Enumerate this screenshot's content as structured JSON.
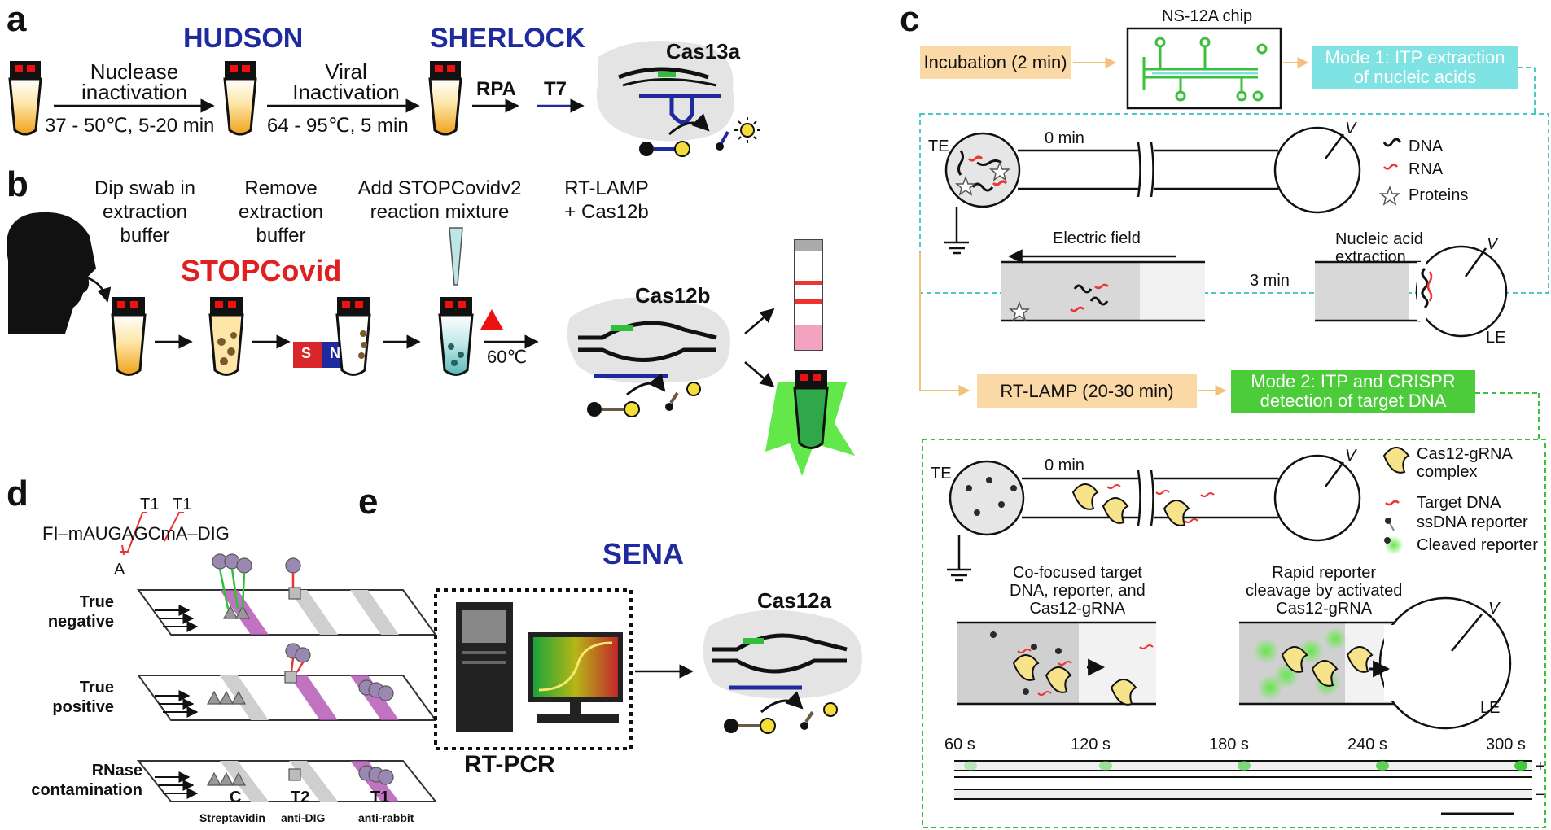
{
  "panels": {
    "a": "a",
    "b": "b",
    "c": "c",
    "d": "d",
    "e": "e"
  },
  "a": {
    "hudson": "HUDSON",
    "sherlock": "SHERLOCK",
    "step1_l1": "Nuclease",
    "step1_l2": "inactivation",
    "step1_cond": "37 - 50℃, 5-20 min",
    "step2_l1": "Viral",
    "step2_l2": "Inactivation",
    "step2_cond": "64 - 95℃, 5 min",
    "rpa": "RPA",
    "t7": "T7",
    "enzyme": "Cas13a"
  },
  "b": {
    "s1": "Dip swab in\nextraction\nbuffer",
    "s2": "Remove\nextraction\nbuffer",
    "s3": "Add STOPCovidv2\nreaction mixture",
    "s4": "RT-LAMP\n+ Cas12b",
    "stopcovid": "STOPCovid",
    "temp": "60℃",
    "enzyme": "Cas12b",
    "magnet_s": "S",
    "magnet_n": "N"
  },
  "c": {
    "chip": "NS-12A chip",
    "incubation": "Incubation (2 min)",
    "mode1": "Mode 1: ITP extraction\nof nucleic acids",
    "rtlamp": "RT-LAMP (20-30 min)",
    "mode2": "Mode 2: ITP and CRISPR\ndetection of target DNA",
    "te1": "TE",
    "te2": "TE",
    "le1": "LE",
    "le2": "LE",
    "v1": "V",
    "v2": "V",
    "v3": "V",
    "v4": "V",
    "t0a": "0 min",
    "t3": "3 min",
    "t0b": "0 min",
    "leg_dna": "DNA",
    "leg_rna": "RNA",
    "leg_prot": "Proteins",
    "efield": "Electric field",
    "nae": "Nucleic acid\nextraction",
    "leg_cas": "Cas12-gRNA\ncomplex",
    "leg_target": "Target DNA",
    "leg_ss": "ssDNA reporter",
    "leg_cleaved": "Cleaved reporter",
    "cofocused": "Co-focused target\nDNA, reporter, and\nCas12-gRNA",
    "rapid": "Rapid reporter\ncleavage by activated\nCas12-gRNA",
    "times": [
      "60 s",
      "120 s",
      "180 s",
      "240 s",
      "300 s"
    ],
    "plus": "+",
    "minus": "−",
    "colors": {
      "orange": "#fbd9a6",
      "cyan": "#7fe3e3",
      "green": "#4ccc3a"
    }
  },
  "d": {
    "seq": "FI–mAUGAGCmA–DIG",
    "t1a": "T1",
    "t1b": "T1",
    "a": "A",
    "row1": "True\nnegative",
    "row2": "True\npositive",
    "row3": "RNase\ncontamination",
    "c": "C",
    "c_sub": "Streptavidin",
    "t2": "T2",
    "t2_sub": "anti-DIG",
    "t1": "T1",
    "t1_sub": "anti-rabbit"
  },
  "e": {
    "sena": "SENA",
    "rtpcr": "RT-PCR",
    "enzyme": "Cas12a"
  }
}
